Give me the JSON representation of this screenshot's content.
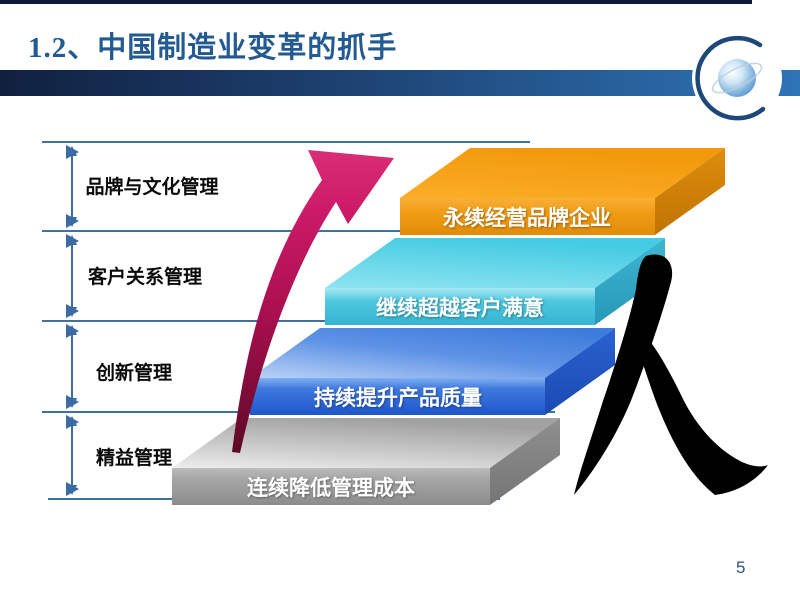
{
  "slide": {
    "page_number": "5",
    "background_color": "#FFFFFF"
  },
  "header": {
    "title": "1.2、中国制造业变革的抓手",
    "title_color": "#235A91",
    "bar_gradient_left": "#10203F",
    "bar_gradient_right": "#2E74B6",
    "logo_icon": "globe-icon"
  },
  "diagram": {
    "levels": [
      {
        "label": "品牌与文化管理"
      },
      {
        "label": "客户关系管理"
      },
      {
        "label": "创新管理"
      },
      {
        "label": "精益管理"
      }
    ],
    "steps": [
      {
        "label": "连续降低管理成本",
        "color": "#9E9E9E"
      },
      {
        "label": "持续提升产品质量",
        "color": "#2E6AD6"
      },
      {
        "label": "继续超越客户满意",
        "color": "#45C6DE"
      },
      {
        "label": "永续经营品牌企业",
        "color": "#F29C12"
      }
    ],
    "growth_arrow_color": "#C31460",
    "level_line_color": "#41719C",
    "calligraphy_character": "人"
  }
}
